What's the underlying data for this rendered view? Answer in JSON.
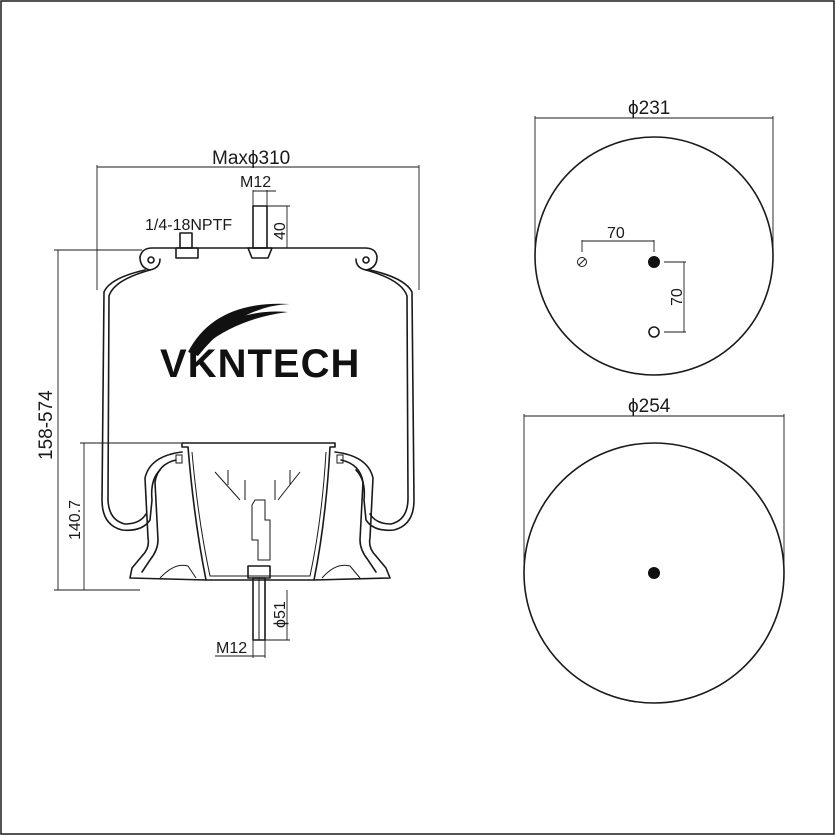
{
  "brand": {
    "logo_text": "VKNTECH"
  },
  "side_view": {
    "max_diameter": "Maxϕ310",
    "top_stud": "M12",
    "top_stud_length": "40",
    "air_fitting": "1/4-18NPTF",
    "height_range": "158-574",
    "piston_height": "140.7",
    "bottom_stud_diameter": "ϕ51",
    "bottom_stud": "M12"
  },
  "top_view": {
    "diameter": "ϕ231",
    "hole_spacing_x": "70",
    "hole_spacing_y": "70"
  },
  "bottom_view": {
    "diameter": "ϕ254"
  },
  "colors": {
    "line": "#1a1a1a",
    "background": "#ffffff"
  }
}
